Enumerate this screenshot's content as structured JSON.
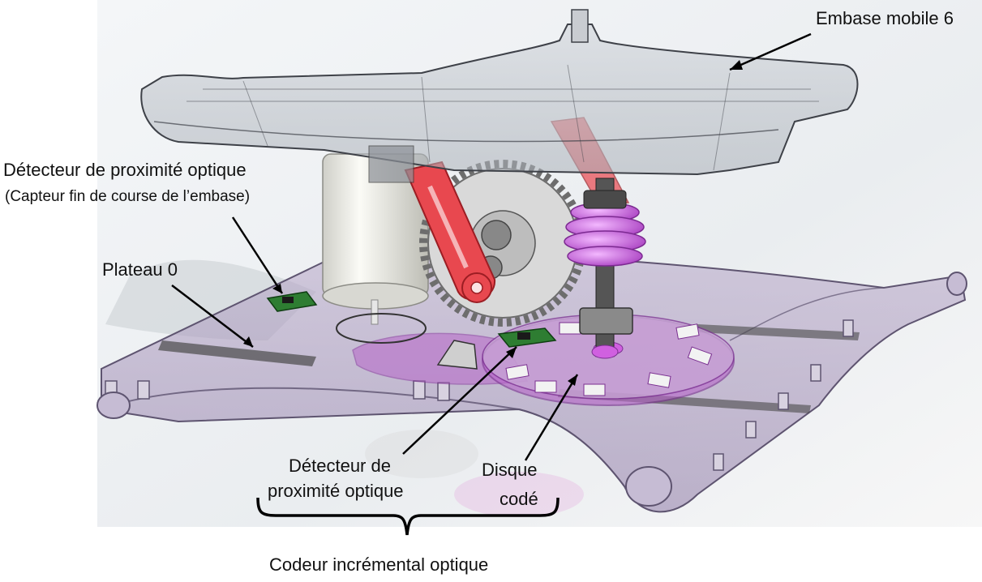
{
  "labels": {
    "embase": "Embase mobile 6",
    "detector_top_line1": "Détecteur de proximité optique",
    "detector_top_line2": "(Capteur fin de course de l’embase)",
    "plateau": "Plateau 0",
    "detector_bottom_line1": "Détecteur de",
    "detector_bottom_line2": "proximité optique",
    "disque_line1": "Disque",
    "disque_line2": "codé",
    "codeur": "Codeur incrémental optique"
  },
  "colors": {
    "gear": "#d9d9d9",
    "arm": "#e8484f",
    "worm": "#c24fd6",
    "plate_tint": "#9a86b0",
    "disk": "#b765c9",
    "sensor_board": "#2e7d32",
    "motor": "#eeeeea"
  }
}
